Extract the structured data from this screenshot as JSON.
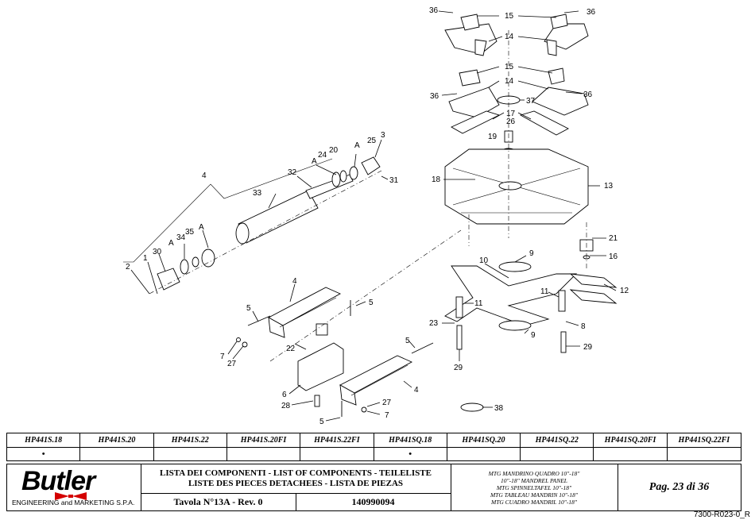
{
  "callouts": {
    "c36a": "36",
    "c15a": "15",
    "c36b": "36",
    "c14a": "14",
    "c15b": "15",
    "c14b": "14",
    "c36c": "36",
    "c36d": "36",
    "c37": "37",
    "c17": "17",
    "c26": "26",
    "c19": "19",
    "c18": "18",
    "c13": "13",
    "c21": "21",
    "c16": "16",
    "c9a": "9",
    "c10": "10",
    "c12": "12",
    "c11a": "11",
    "c11b": "11",
    "c23": "23",
    "c8": "8",
    "c9b": "9",
    "c29a": "29",
    "c29b": "29",
    "c4a": "4",
    "c3": "3",
    "c25": "25",
    "cA1": "A",
    "c20": "20",
    "c24": "24",
    "cA2": "A",
    "c32": "32",
    "c31": "31",
    "c33": "33",
    "cA3": "A",
    "cA4": "A",
    "c34": "34",
    "c35": "35",
    "c30": "30",
    "c1": "1",
    "c2": "2",
    "c4b": "4",
    "c5a": "5",
    "c5b": "5",
    "c22": "22",
    "c7a": "7",
    "c27a": "27",
    "c5c": "5",
    "c4c": "4",
    "c6": "6",
    "c28": "28",
    "c27b": "27",
    "c7b": "7",
    "c5d": "5",
    "c38": "38"
  },
  "models": {
    "headers": [
      "HP441S.18",
      "HP441S.20",
      "HP441S.22",
      "HP441S.20FI",
      "HP441S.22FI",
      "HP441SQ.18",
      "HP441SQ.20",
      "HP441SQ.22",
      "HP441SQ.20FI",
      "HP441SQ.22FI"
    ],
    "marks": [
      "•",
      "",
      "",
      "",
      "",
      "•",
      "",
      "",
      "",
      ""
    ]
  },
  "title_block": {
    "logo_text": "Butler",
    "logo_sub": "ENGINEERING and MARKETING S.P.A.",
    "desc_line1": "LISTA DEI COMPONENTI - LIST OF COMPONENTS - TEILELISTE",
    "desc_line2": "LISTE DES PIECES DETACHEES - LISTA DE PIEZAS",
    "tavola": "Tavola N°13A - Rev. 0",
    "code": "140990094",
    "mtg": [
      "MTG MANDRINO QUADRO 10\"-18\"",
      "10\"-18\" MANDREL PANEL",
      "MTG SPINNELTAFEL 10\"-18\"",
      "MTG TABLEAU MANDRIN 10\"-18\"",
      "MTG CUADRO MANDRIL 10\"-18\""
    ],
    "page": "Pag. 23 di 36",
    "doc_ref": "7300-R023-0_R"
  },
  "colors": {
    "line": "#000000",
    "brand_accent": "#d40000"
  }
}
